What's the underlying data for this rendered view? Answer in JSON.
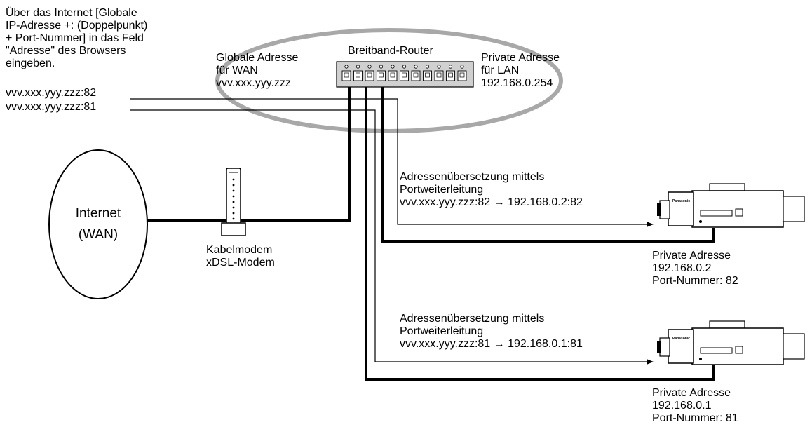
{
  "instruction": {
    "lines": [
      "Über das Internet [Globale",
      "IP-Adresse +: (Doppelpunkt)",
      "+ Port-Nummer] in das Feld",
      "\"Adresse\" des Browsers",
      "eingeben."
    ]
  },
  "url_82": "vvv.xxx.yyy.zzz:82",
  "url_81": "vvv.xxx.yyy.zzz:81",
  "wan": {
    "lines": [
      "Globale Adresse",
      "für WAN",
      "vvv.xxx.yyy.zzz"
    ]
  },
  "router": {
    "label": "Breitband-Router"
  },
  "lan": {
    "lines": [
      "Private Adresse",
      "für LAN",
      "192.168.0.254"
    ]
  },
  "internet": {
    "lines": [
      "Internet",
      "(WAN)"
    ]
  },
  "modem": {
    "lines": [
      "Kabelmodem",
      "xDSL-Modem"
    ]
  },
  "forward_82": {
    "lines": [
      "Adressenübersetzung mittels",
      "Portweiterleitung",
      "vvv.xxx.yyy.zzz:82 → 192.168.0.2:82"
    ]
  },
  "forward_81": {
    "lines": [
      "Adressenübersetzung mittels",
      "Portweiterleitung",
      "vvv.xxx.yyy.zzz:81 → 192.168.0.1:81"
    ]
  },
  "camera_82": {
    "brand": "Panasonic",
    "lines": [
      "Private Adresse",
      "192.168.0.2",
      "Port-Nummer: 82"
    ]
  },
  "camera_81": {
    "brand": "Panasonic",
    "lines": [
      "Private Adresse",
      "192.168.0.1",
      "Port-Nummer: 81"
    ]
  }
}
